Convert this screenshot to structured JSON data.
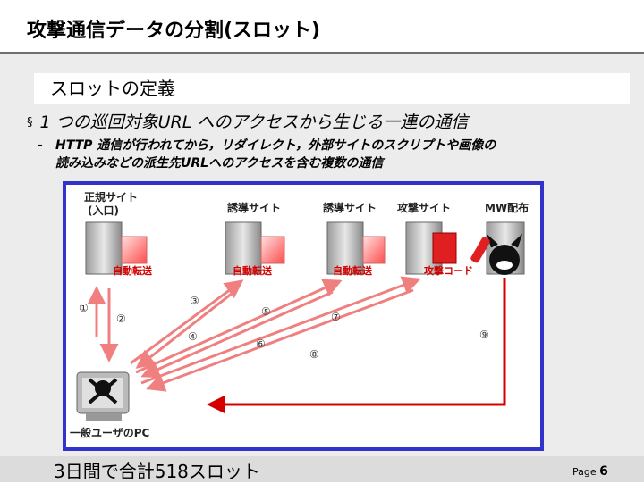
{
  "slide": {
    "title": "攻撃通信データの分割(スロット)",
    "subheader": "スロットの定義",
    "bullet1": "1 つの巡回対象URL へのアクセスから生じる一連の通信",
    "bullet1_mark": "§",
    "bullet2_dash": "-",
    "bullet2_line1": "HTTP 通信が行われてから，リダイレクト，外部サイトのスクリプトや画像の",
    "bullet2_line2": "読み込みなどの派生先URLへのアクセスを含む複数の通信",
    "footer": "3日間で合計518スロット",
    "page_label": "Page",
    "page_number": "6"
  },
  "diagram": {
    "nodes": {
      "legit": {
        "label_line1": "正規サイト",
        "label_line2": "(入口)",
        "caption": "自動転送"
      },
      "lure1": {
        "label": "誘導サイト",
        "caption": "自動転送"
      },
      "lure2": {
        "label": "誘導サイト",
        "caption": "自動転送"
      },
      "attack": {
        "label": "攻撃サイト",
        "caption": "攻撃コード"
      },
      "mw": {
        "label": "MW配布"
      },
      "user": {
        "label": "一般ユーザのPC"
      }
    },
    "steps": [
      "①",
      "②",
      "③",
      "④",
      "⑤",
      "⑥",
      "⑦",
      "⑧",
      "⑨"
    ],
    "colors": {
      "request_arrow": "#f08080",
      "response_arrow": "#d40000",
      "border": "#3333cc",
      "caption": "#d40000"
    }
  }
}
